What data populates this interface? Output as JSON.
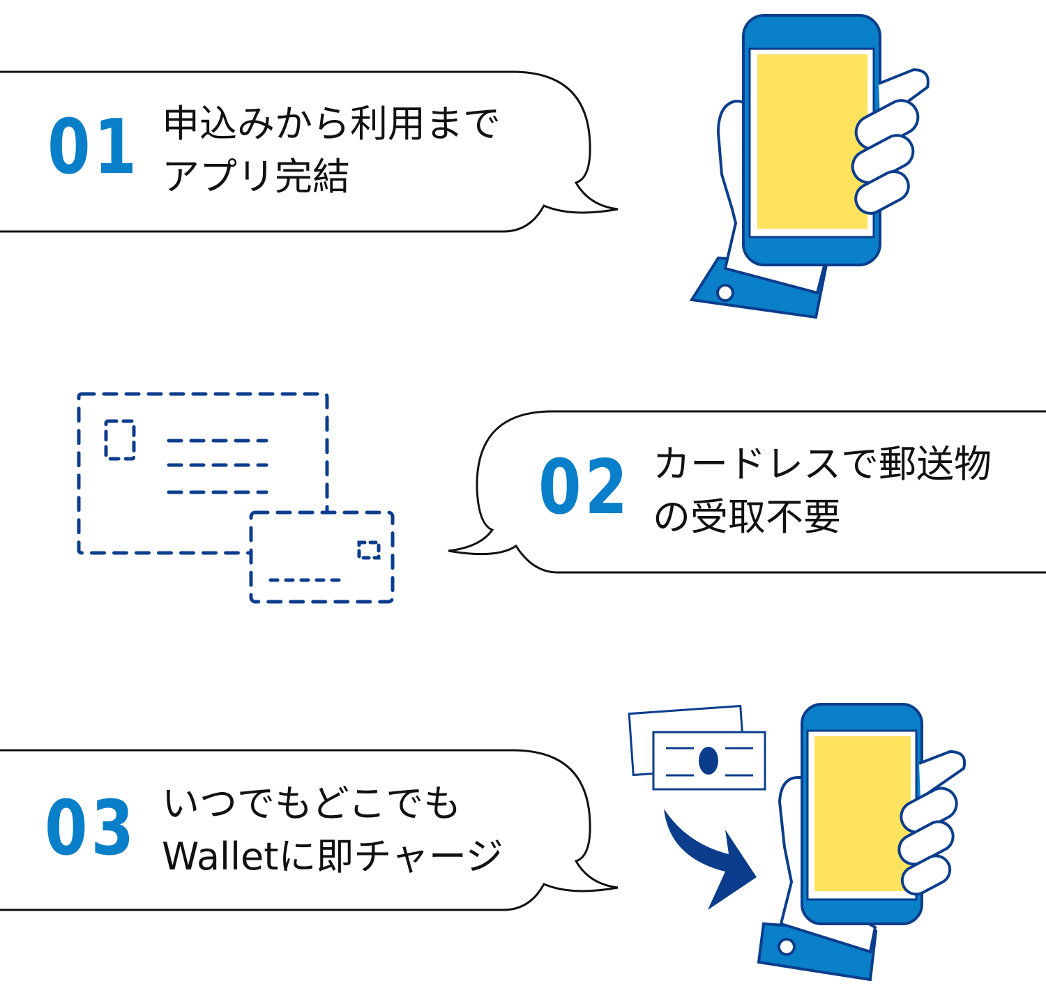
{
  "colors": {
    "number_blue": "#0a7fc9",
    "phone_blue": "#0a80c9",
    "dark_blue": "#0b3d8c",
    "screen_yellow": "#ffe35e",
    "outline": "#111111"
  },
  "features": [
    {
      "number": "01",
      "line1": "申込みから利用まで",
      "line2": "アプリ完結",
      "icon": "hand-holding-phone-icon"
    },
    {
      "number": "02",
      "line1": "カードレスで郵送物",
      "line2": "の受取不要",
      "icon": "dashed-cards-icon"
    },
    {
      "number": "03",
      "line1": "いつでもどこでも",
      "line2": "Walletに即チャージ",
      "icon": "money-to-phone-icon"
    }
  ]
}
